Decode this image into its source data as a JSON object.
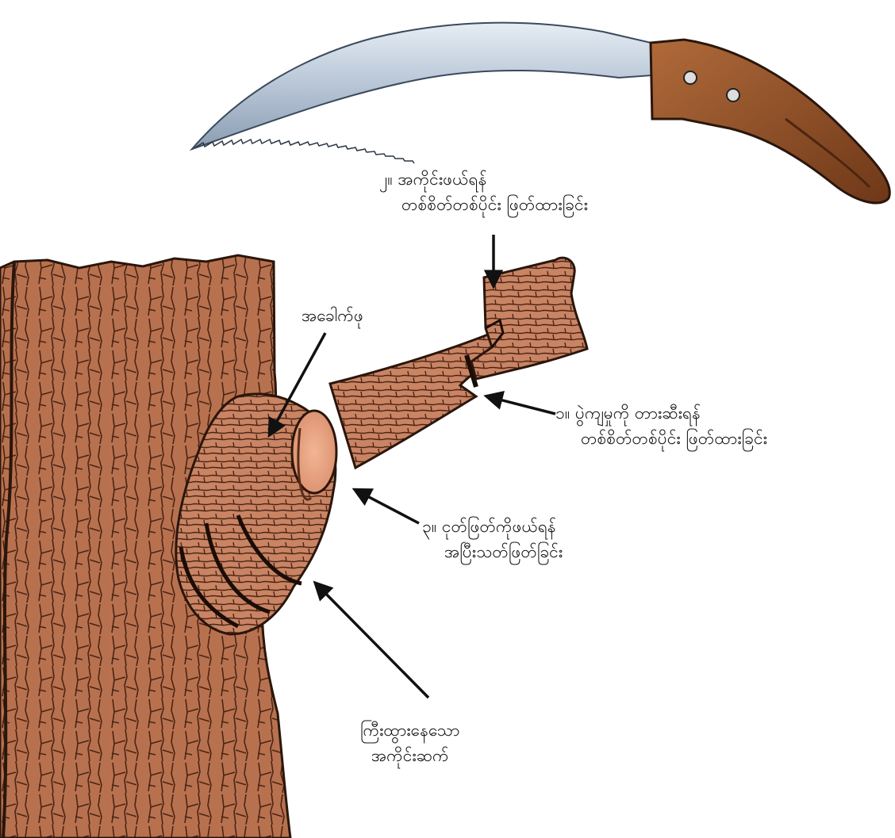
{
  "labels": {
    "step2": {
      "line1": "၂။ အကိုင်းဖယ်ရန်",
      "line2": "တစ်စိတ်တစ်ပိုင်း ဖြတ်ထားခြင်း"
    },
    "node": "အခေါက်ဖု",
    "step1": {
      "line1": "၁။ ပွဲကျမှုကို တားဆီးရန်",
      "line2": "တစ်စိတ်တစ်ပိုင်း ဖြတ်ထားခြင်း"
    },
    "step3": {
      "line1": "၃။ ငုတ်ဖြတ်ကိုဖယ်ရန်",
      "line2": "အပြီးသတ်ဖြတ်ခြင်း"
    },
    "swollen": {
      "line1": "ကြီးထွားနေသော",
      "line2": "အကိုင်းဆက်"
    }
  },
  "colors": {
    "bark": "#b8714f",
    "bark_dark": "#9a5a3c",
    "outline": "#2a160c",
    "blade": "#a9b8cc",
    "handle": "#8a4a22",
    "ink": "#111111"
  },
  "icons": [
    "pruning-saw-icon",
    "tree-trunk-icon",
    "branch-stub-icon",
    "cut-branch-icon",
    "branch-end-icon",
    "arrow-icon"
  ]
}
